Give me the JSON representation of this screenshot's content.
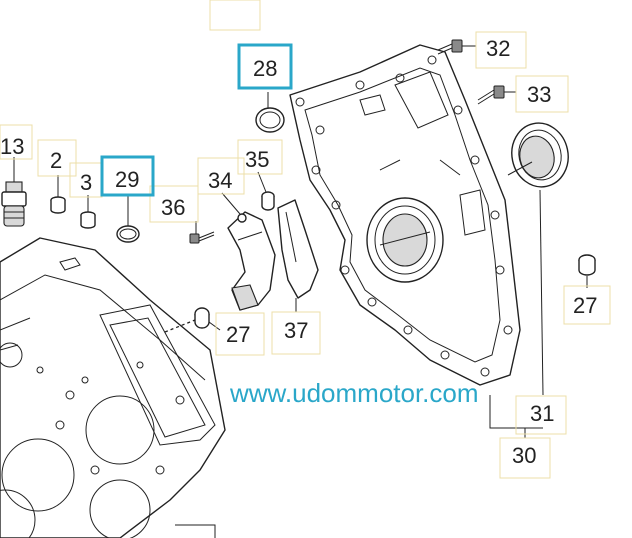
{
  "callouts": {
    "c13": "13",
    "c2": "2",
    "c3": "3",
    "c29": "29",
    "c36": "36",
    "c34": "34",
    "c35": "35",
    "c28": "28",
    "c32": "32",
    "c33": "33",
    "c27a": "27",
    "c27b": "27",
    "c37": "37",
    "c31": "31",
    "c30": "30"
  },
  "highlighted_parts": [
    "28",
    "29"
  ],
  "watermark": "www.udommotor.com",
  "colors": {
    "highlight": "#2aa7c9",
    "label_box": "#ecdfa8",
    "line": "#222222"
  }
}
